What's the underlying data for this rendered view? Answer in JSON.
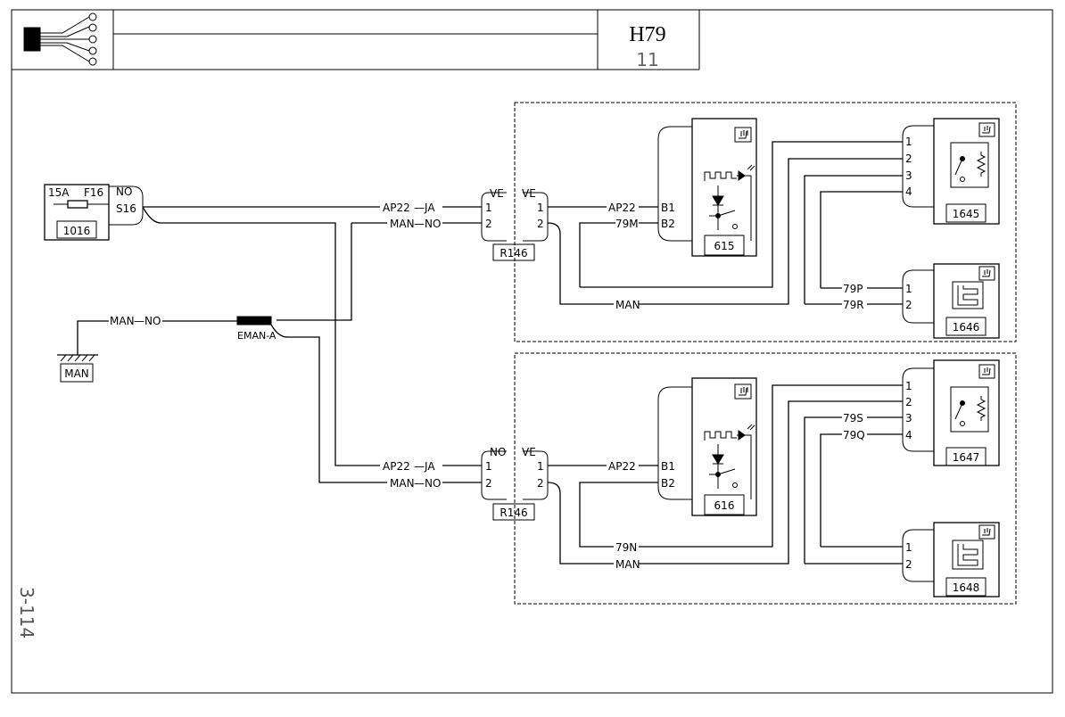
{
  "title_block": {
    "code": "H79",
    "sheet": "11"
  },
  "page_ref": "3-114",
  "fuse": {
    "rating": "15A",
    "name": "F16",
    "color": "NO",
    "pin": "S16",
    "id": "1016"
  },
  "ground": {
    "label": "MAN",
    "wire": "MAN",
    "wire_color": "NO"
  },
  "splice": {
    "label": "EMAN-A"
  },
  "upper_connector": {
    "id": "R146",
    "left_color": "VE",
    "right_color": "VE",
    "left_pins": [
      "1",
      "2"
    ],
    "right_pins": [
      "1",
      "2"
    ],
    "in_wires": [
      {
        "name": "AP22",
        "color": "JA"
      },
      {
        "name": "MAN",
        "color": "NO"
      }
    ]
  },
  "lower_connector": {
    "id": "R146",
    "left_color": "NO",
    "right_color": "VE",
    "left_pins": [
      "1",
      "2"
    ],
    "right_pins": [
      "1",
      "2"
    ],
    "in_wires": [
      {
        "name": "AP22",
        "color": "JA"
      },
      {
        "name": "MAN",
        "color": "NO"
      }
    ]
  },
  "upper_module": {
    "id": "615",
    "pins": [
      "B1",
      "B2"
    ],
    "wires": [
      "AP22",
      "79M"
    ],
    "ground_wire": "MAN",
    "heater_a": {
      "id": "1645",
      "pins": [
        "1",
        "2",
        "3",
        "4"
      ]
    },
    "heater_b": {
      "id": "1646",
      "pins": [
        "1",
        "2"
      ],
      "wires": [
        "79P",
        "79R"
      ]
    }
  },
  "lower_module": {
    "id": "616",
    "pins": [
      "B1",
      "B2"
    ],
    "wires": [
      "AP22"
    ],
    "bottom_wires": [
      "79N",
      "MAN"
    ],
    "heater_a": {
      "id": "1647",
      "pins": [
        "1",
        "2",
        "3",
        "4"
      ],
      "wires": [
        "79S",
        "79Q"
      ]
    },
    "heater_b": {
      "id": "1648",
      "pins": [
        "1",
        "2"
      ]
    }
  }
}
